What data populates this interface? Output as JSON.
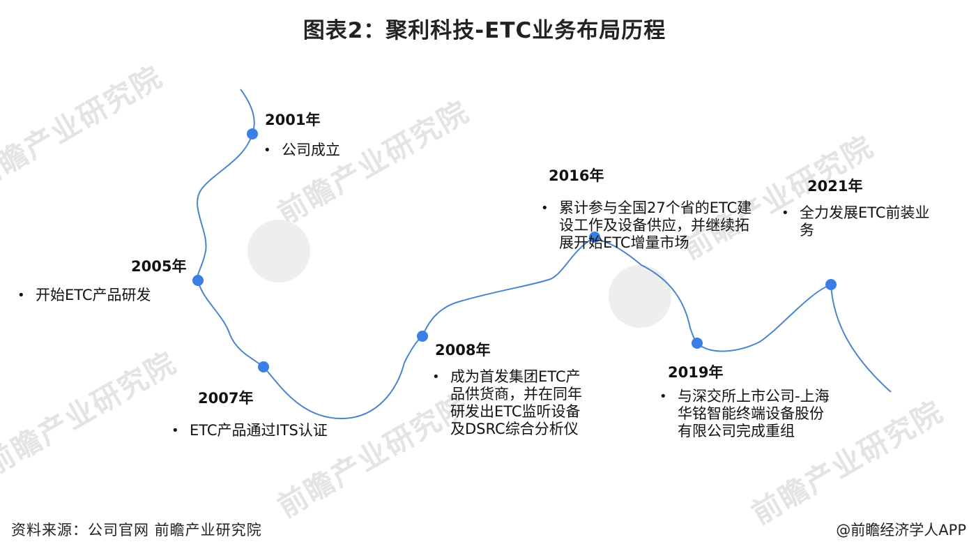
{
  "header": {
    "title": "图表2：聚利科技-ETC业务布局历程"
  },
  "colors": {
    "line": "#4a84cf",
    "dot": "#3a7ee6",
    "text": "#111111"
  },
  "watermark": {
    "text": "前瞻产业研究院"
  },
  "milestones": [
    {
      "year": "2001年",
      "text": "公司成立"
    },
    {
      "year": "2005年",
      "text": "开始ETC产品研发"
    },
    {
      "year": "2007年",
      "text": "ETC产品通过ITS认证"
    },
    {
      "year": "2008年",
      "text": "成为首发集团ETC产品供货商，并在同年研发出ETC监听设备及DSRC综合分析仪"
    },
    {
      "year": "2016年",
      "text": "累计参与全国27个省的ETC建设工作及设备供应，并继续拓展开始ETC增量市场"
    },
    {
      "year": "2019年",
      "text": "与深交所上市公司-上海华铭智能终端设备股份有限公司完成重组"
    },
    {
      "year": "2021年",
      "text": "全力发展ETC前装业务"
    }
  ],
  "footer": {
    "source": "资料来源：公司官网 前瞻产业研究院",
    "credit": "@前瞻经济学人APP"
  }
}
